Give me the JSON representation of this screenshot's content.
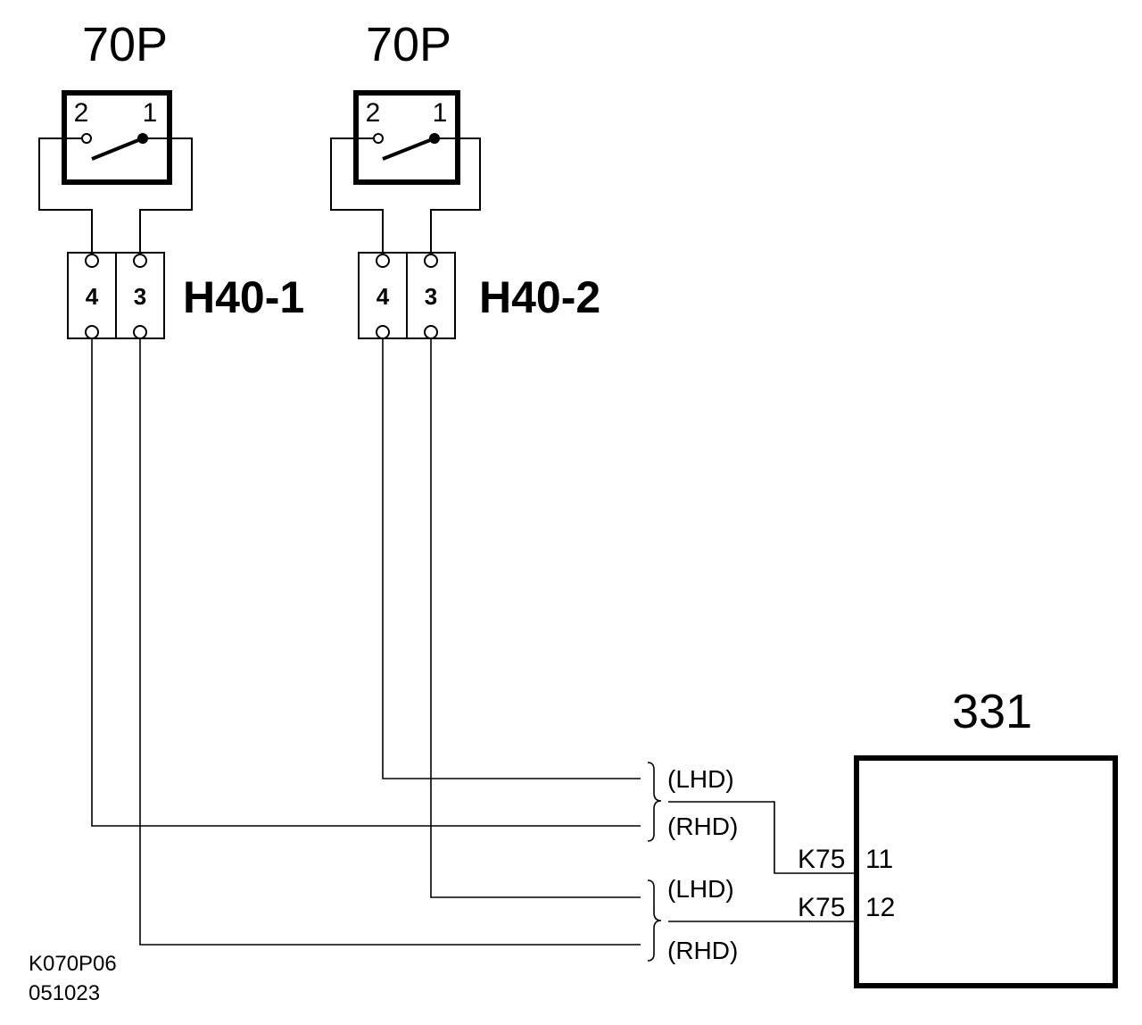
{
  "switches": [
    {
      "label": "70P",
      "pin_left": "2",
      "pin_right": "1"
    },
    {
      "label": "70P",
      "pin_left": "2",
      "pin_right": "1"
    }
  ],
  "connectors": [
    {
      "label": "H40-1",
      "pins": [
        "4",
        "3"
      ]
    },
    {
      "label": "H40-2",
      "pins": [
        "4",
        "3"
      ]
    }
  ],
  "unit": {
    "label": "331",
    "pins": [
      {
        "connector": "K75",
        "pin": "11"
      },
      {
        "connector": "K75",
        "pin": "12"
      }
    ]
  },
  "wire_labels": [
    "(LHD)",
    "(RHD)",
    "(LHD)",
    "(RHD)"
  ],
  "footer": {
    "code": "K070P06",
    "date": "051023"
  }
}
